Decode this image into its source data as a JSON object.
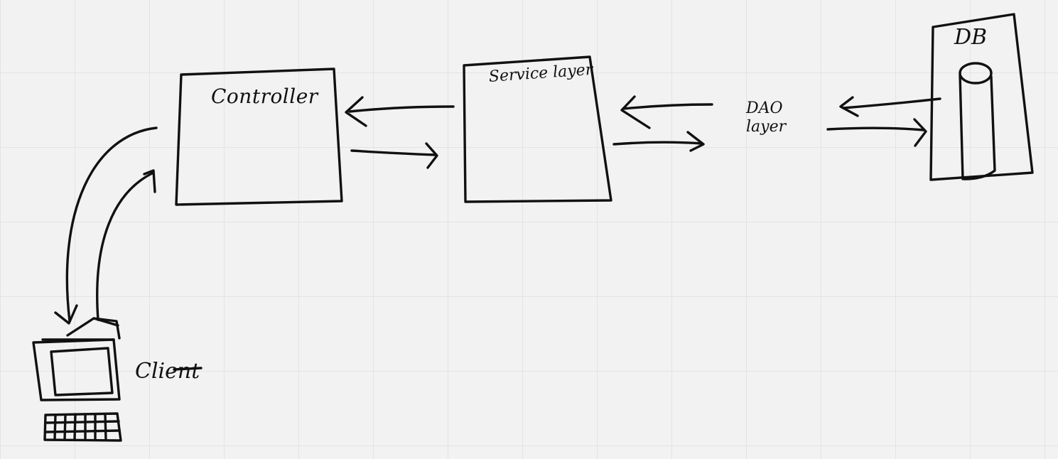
{
  "diagram": {
    "nodes": {
      "controller": {
        "label": "Controller"
      },
      "service": {
        "label": "Service layer"
      },
      "dao": {
        "label": "DAO\nlayer"
      },
      "db": {
        "label": "DB"
      },
      "client": {
        "label": "Client"
      }
    },
    "edges": [
      {
        "from": "client",
        "to": "controller"
      },
      {
        "from": "controller",
        "to": "client"
      },
      {
        "from": "controller",
        "to": "service"
      },
      {
        "from": "service",
        "to": "controller"
      },
      {
        "from": "service",
        "to": "dao"
      },
      {
        "from": "dao",
        "to": "service"
      },
      {
        "from": "dao",
        "to": "db"
      },
      {
        "from": "db",
        "to": "dao"
      }
    ]
  }
}
